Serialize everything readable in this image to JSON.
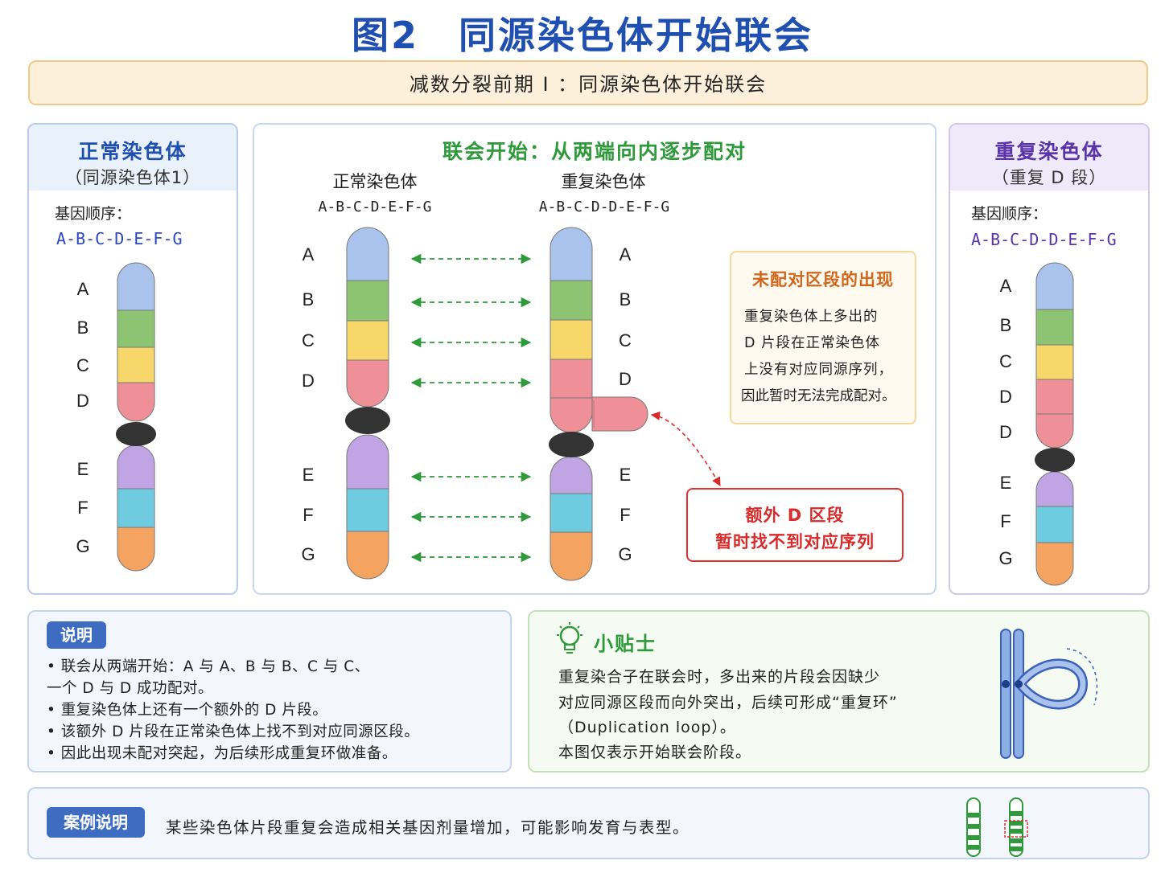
{
  "title": "图2　同源染色体开始联会",
  "banner": "减数分裂前期 I ：同源染色体开始联会",
  "left_panel": {
    "title": "正常染色体",
    "subtitle": "（同源染色体1）",
    "gene_label": "基因顺序：",
    "gene_sequence": "A-B-C-D-E-F-G",
    "letters": [
      "A",
      "B",
      "C",
      "D",
      "E",
      "F",
      "G"
    ]
  },
  "middle_panel": {
    "heading": "联会开始：从两端向内逐步配对",
    "normal_label": "正常染色体",
    "normal_seq": "A-B-C-D-E-F-G",
    "dup_label": "重复染色体",
    "dup_seq": "A-B-C-D-D-E-F-G",
    "left_letters": [
      "A",
      "B",
      "C",
      "D",
      "E",
      "F",
      "G"
    ],
    "right_letters": [
      "A",
      "B",
      "C",
      "D",
      "E",
      "F",
      "G"
    ],
    "unpaired_box": {
      "title": "未配对区段的出现",
      "lines": [
        "重复染色体上多出的",
        "D 片段在正常染色体",
        "上没有对应同源序列，",
        "因此暂时无法完成配对。"
      ]
    },
    "extra_box": {
      "line1": "额外 D 区段",
      "line2": "暂时找不到对应序列"
    }
  },
  "right_panel": {
    "title": "重复染色体",
    "subtitle": "（重复 D 段）",
    "gene_label": "基因顺序：",
    "gene_sequence": "A-B-C-D-D-E-F-G",
    "letters": [
      "A",
      "B",
      "C",
      "D",
      "D",
      "E",
      "F",
      "G"
    ]
  },
  "note": {
    "tag": "说明",
    "bullets": [
      "•  联会从两端开始：A 与 A、B 与 B、C 与 C、",
      "    一个 D 与 D 成功配对。",
      "•  重复染色体上还有一个额外的 D 片段。",
      "•  该额外 D 片段在正常染色体上找不到对应同源区段。",
      "•  因此出现未配对突起，为后续形成重复环做准备。"
    ]
  },
  "tip": {
    "title": "小贴士",
    "lines": [
      "重复染合子在联会时，多出来的片段会因缺少",
      "对应同源区段而向外突出，后续可形成“重复环”",
      "（Duplication  loop）。",
      "本图仅表示开始联会阶段。"
    ]
  },
  "case": {
    "tag": "案例说明",
    "text": "某些染色体片段重复会造成相关基因剂量增加，可能影响发育与表型。"
  },
  "colors": {
    "A": "#a9c3ec",
    "B": "#8cc472",
    "C": "#f7d76a",
    "D": "#ef8f97",
    "centromere": "#333333",
    "E": "#c0a4e3",
    "F": "#6fcbe0",
    "G": "#f4a360",
    "title_blue": "#1f4fb0",
    "green": "#2e9a3a",
    "purple": "#5a34a8",
    "orange_title": "#d1661a",
    "red": "#d92a2a"
  }
}
